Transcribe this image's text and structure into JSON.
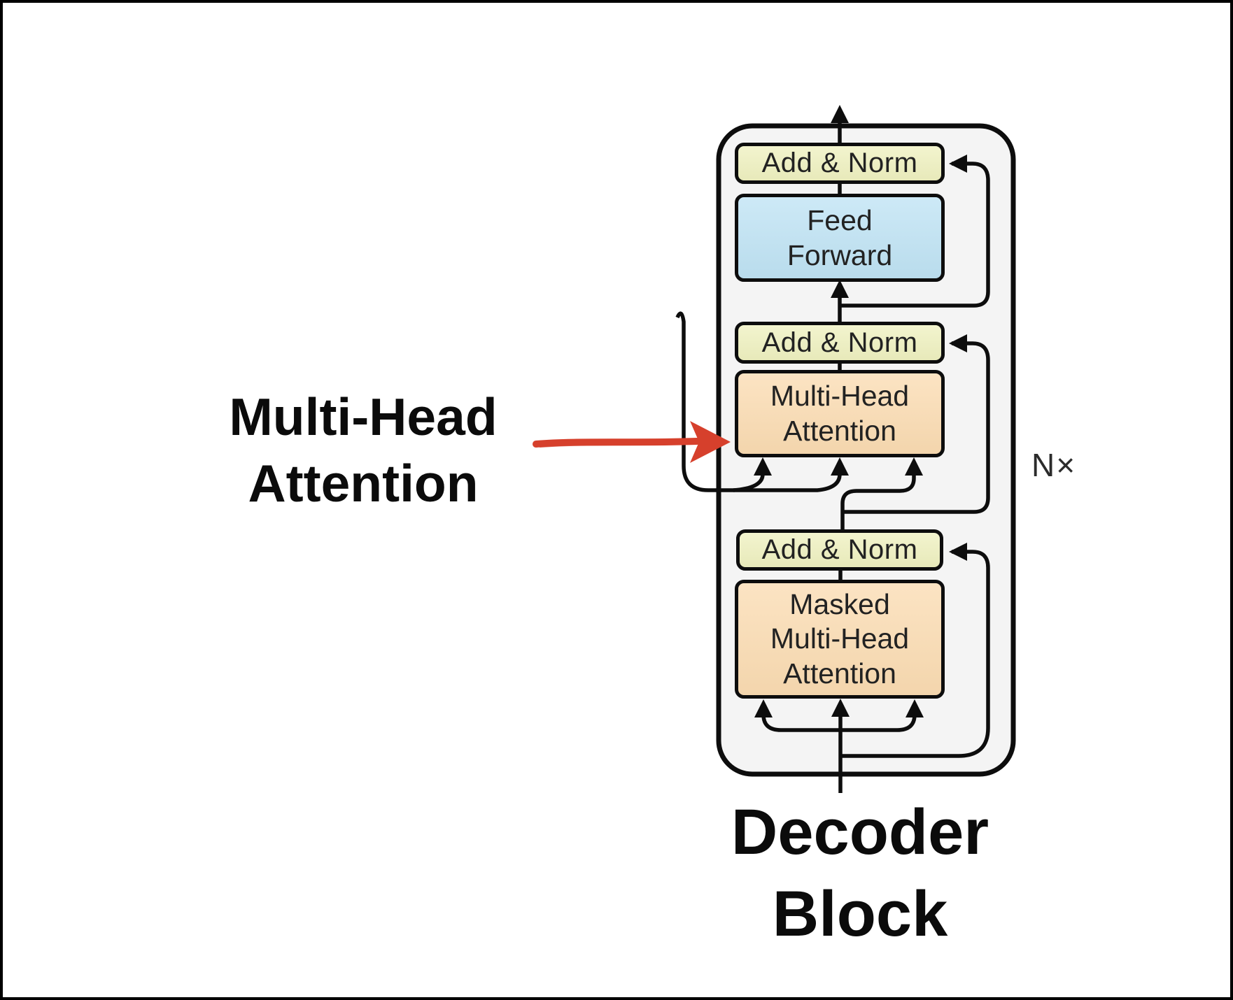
{
  "annotation": {
    "line1": "Multi-Head",
    "line2": "Attention"
  },
  "caption": {
    "line1": "Decoder",
    "line2": "Block"
  },
  "repeat_label": "N×",
  "boxes": {
    "add_norm_top": "Add & Norm",
    "feed_forward_line1": "Feed",
    "feed_forward_line2": "Forward",
    "add_norm_middle": "Add & Norm",
    "mha_line1": "Multi-Head",
    "mha_line2": "Attention",
    "add_norm_bottom": "Add & Norm",
    "masked_line1": "Masked",
    "masked_line2": "Multi-Head",
    "masked_line3": "Attention"
  },
  "colors": {
    "add_norm_fill": "#eff1c0",
    "feed_forward_fill": "#bfe3f4",
    "attention_fill": "#fbdcb2",
    "container_fill": "#f4f4f4",
    "wire": "#0d0d0d",
    "box_border": "#0d0d0d",
    "annotation_arrow": "#d6402c"
  }
}
